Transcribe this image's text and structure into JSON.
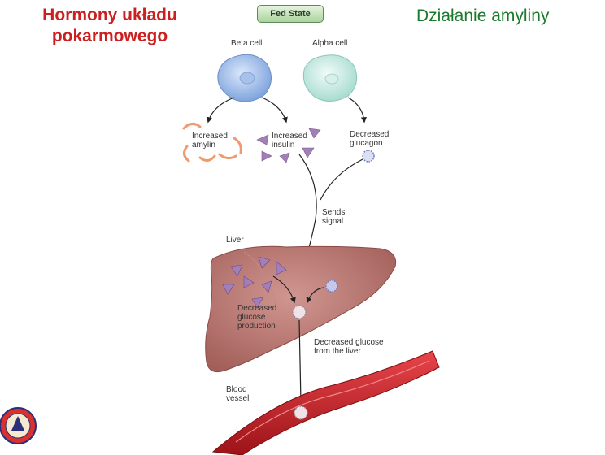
{
  "slide": {
    "title_line1": "Hormony układu",
    "title_line2": "pokarmowego",
    "subtitle": "Działanie amyliny",
    "badge": "Fed State"
  },
  "diagram": {
    "beta_cell": "Beta cell",
    "alpha_cell": "Alpha cell",
    "amylin": [
      "Increased",
      "amylin"
    ],
    "insulin": [
      "Increased",
      "insulin"
    ],
    "glucagon": [
      "Decreased",
      "glucagon"
    ],
    "signal": [
      "Sends",
      "signal"
    ],
    "liver": "Liver",
    "glucose_production": [
      "Decreased",
      "glucose",
      "production"
    ],
    "glucose_from_liver": [
      "Decreased glucose",
      "from the liver"
    ],
    "blood_vessel": [
      "Blood",
      "vessel"
    ]
  },
  "colors": {
    "title": "#cc1f1f",
    "subtitle": "#1a7a2b",
    "beta_cell": "#8fb2e6",
    "alpha_cell": "#bfe6dc",
    "liver": "#b8736e",
    "insulin": "#a27fb8",
    "amylin": "#ee9a6e",
    "vessel": "#c8232a"
  },
  "icons": {
    "university_seal": "university-seal-icon"
  }
}
